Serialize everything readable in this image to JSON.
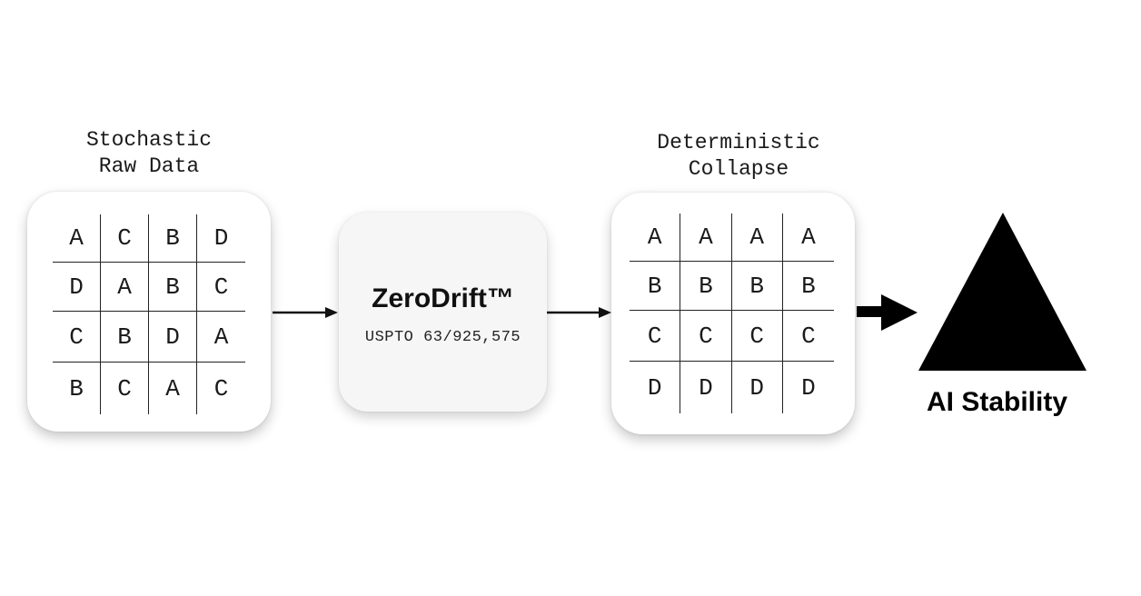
{
  "input": {
    "caption_line1": "Stochastic",
    "caption_line2": "Raw Data",
    "grid": [
      [
        "A",
        "C",
        "B",
        "D"
      ],
      [
        "D",
        "A",
        "B",
        "C"
      ],
      [
        "C",
        "B",
        "D",
        "A"
      ],
      [
        "B",
        "C",
        "A",
        "C"
      ]
    ]
  },
  "process": {
    "title": "ZeroDrift™",
    "subtitle": "USPTO 63/925,575"
  },
  "output": {
    "caption_line1": "Deterministic",
    "caption_line2": "Collapse",
    "grid": [
      [
        "A",
        "A",
        "A",
        "A"
      ],
      [
        "B",
        "B",
        "B",
        "B"
      ],
      [
        "C",
        "C",
        "C",
        "C"
      ],
      [
        "D",
        "D",
        "D",
        "D"
      ]
    ]
  },
  "result": {
    "label": "AI Stability",
    "icon": "triangle-icon",
    "color": "#000000"
  }
}
